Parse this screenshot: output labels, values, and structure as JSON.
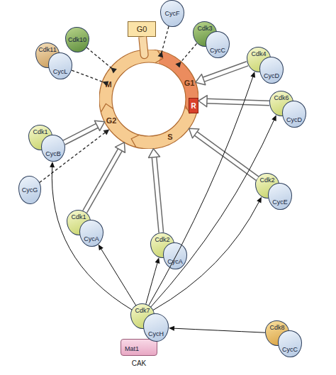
{
  "diagram": {
    "nodes": [
      {
        "text": [
          "G0"
        ]
      },
      {
        "text": [
          "M",
          "G1",
          "G2",
          "S"
        ]
      },
      {
        "text": [
          "R"
        ],
        "in": 1
      },
      {
        "text": [
          "CycF"
        ]
      },
      {
        "text": [
          "Cdk3"
        ]
      },
      {
        "text": [
          "CycC"
        ]
      },
      {
        "text": [
          "Cdk10"
        ]
      },
      {
        "text": [
          "Cdk11"
        ]
      },
      {
        "text": [
          "CycL"
        ]
      },
      {
        "text": [
          "Cdk4"
        ]
      },
      {
        "text": [
          "CycD"
        ]
      },
      {
        "text": [
          "Cdk6"
        ]
      },
      {
        "text": [
          "CycD"
        ]
      },
      {
        "text": [
          "Cdk1"
        ]
      },
      {
        "text": [
          "CycB"
        ]
      },
      {
        "text": [
          "CycG"
        ]
      },
      {
        "text": [
          "Cdk2"
        ]
      },
      {
        "text": [
          "CycE"
        ]
      },
      {
        "text": [
          "Cdk1"
        ]
      },
      {
        "text": [
          "CycA"
        ]
      },
      {
        "text": [
          "Cdk2"
        ]
      },
      {
        "text": [
          "CycA"
        ]
      },
      {
        "text": [
          "Cdk7"
        ]
      },
      {
        "text": [
          "CycH"
        ]
      },
      {
        "text": [
          "Mat1"
        ]
      },
      {
        "text": [
          "Cdk8"
        ]
      },
      {
        "text": [
          "CycC"
        ]
      }
    ],
    "edges": [
      {
        "from": 0,
        "to": 1,
        "arrow": "none"
      },
      {
        "from": 3,
        "to": 1,
        "arrow": "to"
      },
      {
        "from": 4,
        "to": 1,
        "arrow": "to"
      },
      {
        "from": 6,
        "to": 1,
        "arrow": "to"
      },
      {
        "from": 8,
        "to": 1,
        "arrow": "to"
      },
      {
        "from": 9,
        "to": 1,
        "arrow": "to"
      },
      {
        "from": 11,
        "to": 1,
        "arrow": "to"
      },
      {
        "from": 14,
        "to": 1,
        "arrow": "to"
      },
      {
        "from": 15,
        "to": 1,
        "arrow": "to"
      },
      {
        "from": 16,
        "to": 1,
        "arrow": "to"
      },
      {
        "from": 18,
        "to": 1,
        "arrow": "to"
      },
      {
        "from": 20,
        "to": 1,
        "arrow": "to"
      },
      {
        "from": 22,
        "to": 14,
        "arrow": "to"
      },
      {
        "from": 22,
        "to": 19,
        "arrow": "to"
      },
      {
        "from": 22,
        "to": 20,
        "arrow": "to"
      },
      {
        "from": 22,
        "to": 16,
        "arrow": "to"
      },
      {
        "from": 22,
        "to": 11,
        "arrow": "to"
      },
      {
        "from": 22,
        "to": 9,
        "arrow": "to"
      },
      {
        "from": 25,
        "to": 23,
        "arrow": "to"
      }
    ],
    "labels": [
      "CAK"
    ]
  }
}
